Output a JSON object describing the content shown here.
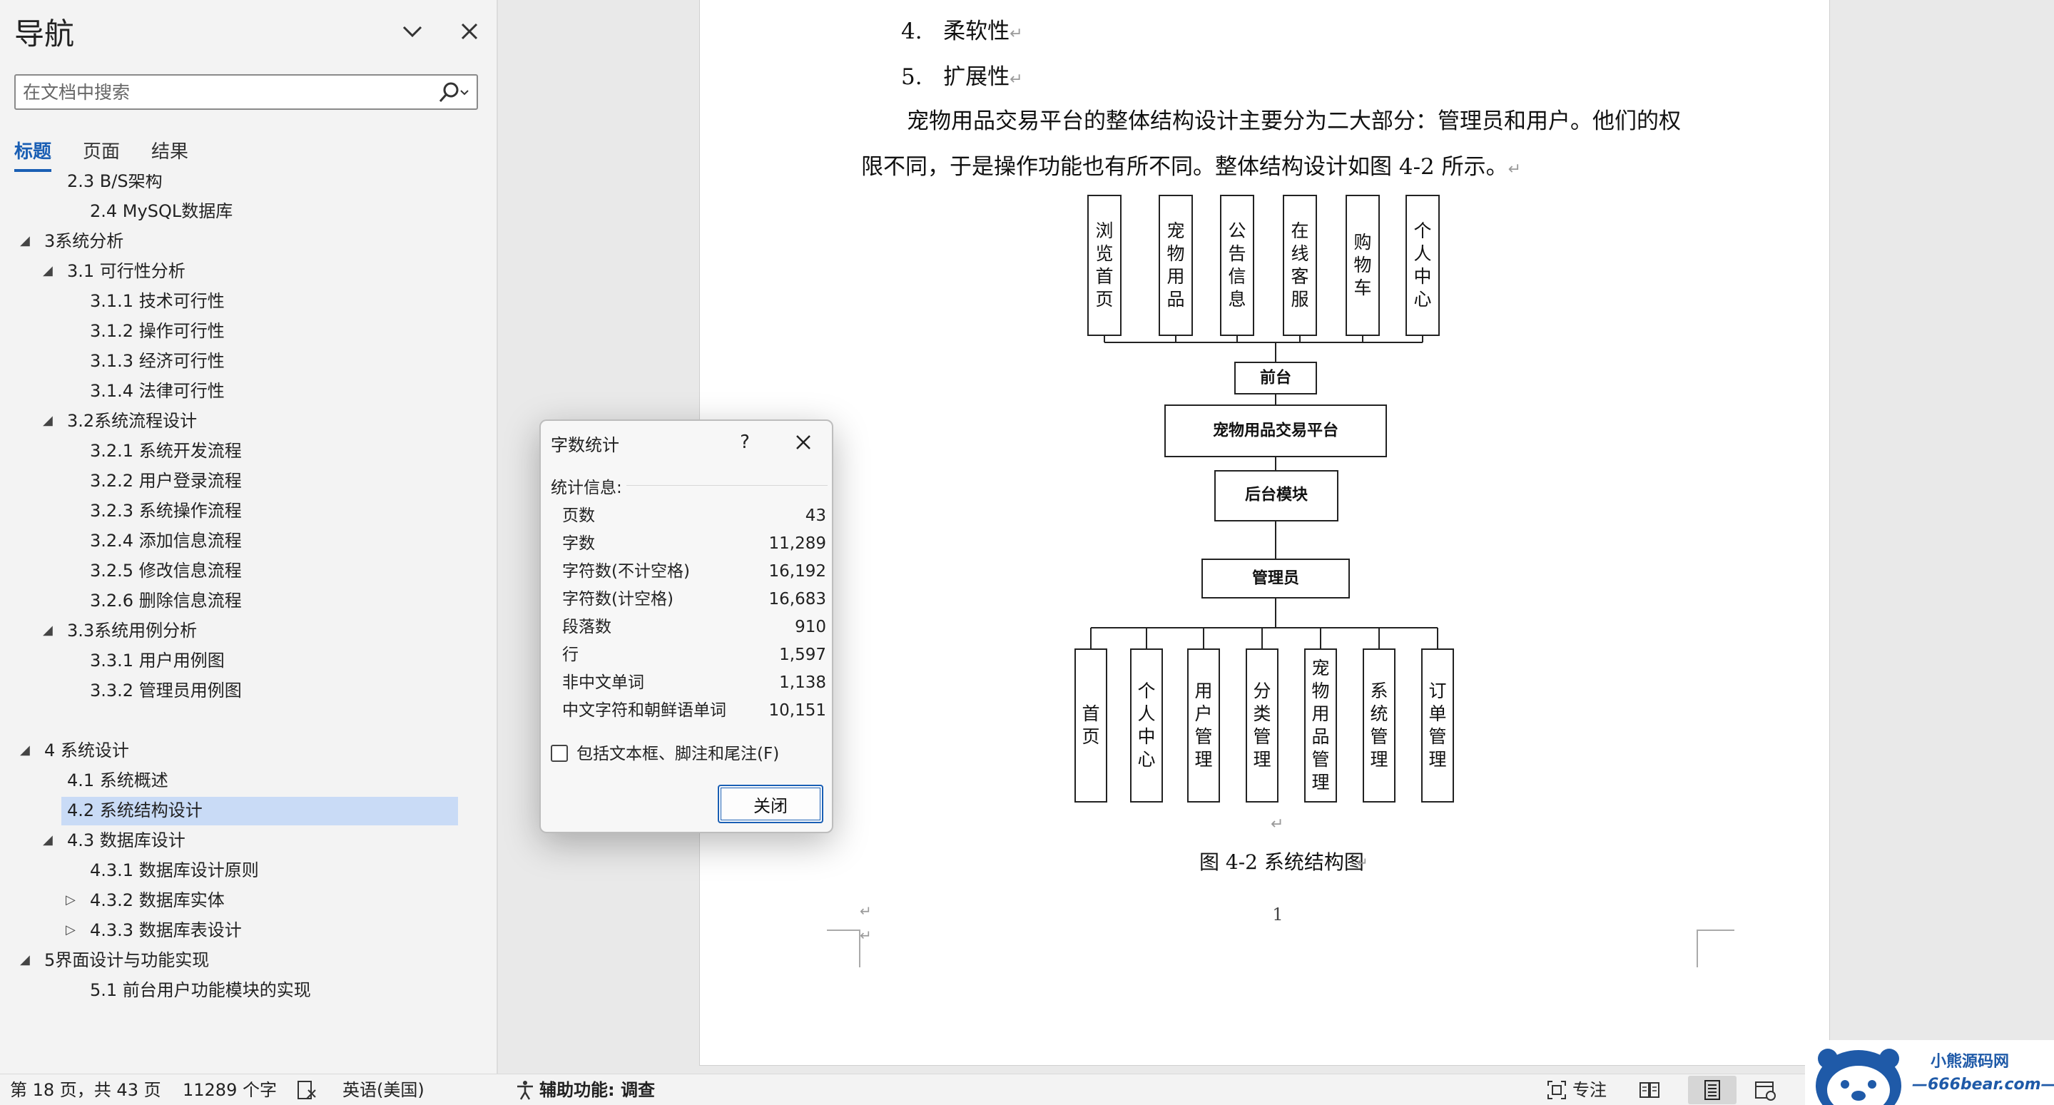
{
  "nav": {
    "title": "导航",
    "search_placeholder": "在文档中搜索",
    "tabs": [
      "标题",
      "页面",
      "结果"
    ],
    "items": [
      {
        "label": "2.3 B/S架构",
        "level": 2,
        "toggle": ""
      },
      {
        "label": "2.4 MySQL数据库",
        "level": 3,
        "toggle": ""
      },
      {
        "label": "3系统分析",
        "level": 1,
        "toggle": "◢"
      },
      {
        "label": "3.1 可行性分析",
        "level": 2,
        "toggle": "◢"
      },
      {
        "label": "3.1.1 技术可行性",
        "level": 3,
        "toggle": ""
      },
      {
        "label": "3.1.2 操作可行性",
        "level": 3,
        "toggle": ""
      },
      {
        "label": "3.1.3 经济可行性",
        "level": 3,
        "toggle": ""
      },
      {
        "label": "3.1.4 法律可行性",
        "level": 3,
        "toggle": ""
      },
      {
        "label": "3.2系统流程设计",
        "level": 2,
        "toggle": "◢"
      },
      {
        "label": "3.2.1 系统开发流程",
        "level": 3,
        "toggle": ""
      },
      {
        "label": "3.2.2 用户登录流程",
        "level": 3,
        "toggle": ""
      },
      {
        "label": "3.2.3 系统操作流程",
        "level": 3,
        "toggle": ""
      },
      {
        "label": "3.2.4 添加信息流程",
        "level": 3,
        "toggle": ""
      },
      {
        "label": "3.2.5 修改信息流程",
        "level": 3,
        "toggle": ""
      },
      {
        "label": "3.2.6 删除信息流程",
        "level": 3,
        "toggle": ""
      },
      {
        "label": "3.3系统用例分析",
        "level": 2,
        "toggle": "◢"
      },
      {
        "label": "3.3.1 用户用例图",
        "level": 3,
        "toggle": ""
      },
      {
        "label": "3.3.2 管理员用例图",
        "level": 3,
        "toggle": ""
      },
      {
        "label": "",
        "level": 3,
        "toggle": ""
      },
      {
        "label": "4 系统设计",
        "level": 1,
        "toggle": "◢"
      },
      {
        "label": "4.1 系统概述",
        "level": 2,
        "toggle": ""
      },
      {
        "label": "4.2 系统结构设计",
        "level": 2,
        "toggle": "",
        "selected": true
      },
      {
        "label": "4.3 数据库设计",
        "level": 2,
        "toggle": "◢"
      },
      {
        "label": "4.3.1 数据库设计原则",
        "level": 3,
        "toggle": ""
      },
      {
        "label": "4.3.2 数据库实体",
        "level": 3,
        "toggle": "▷"
      },
      {
        "label": "4.3.3 数据库表设计",
        "level": 3,
        "toggle": "▷"
      },
      {
        "label": "5界面设计与功能实现",
        "level": 1,
        "toggle": "◢"
      },
      {
        "label": "5.1 前台用户功能模块的实现",
        "level": 3,
        "toggle": ""
      }
    ]
  },
  "doc": {
    "list_items": [
      {
        "num": "4.",
        "text": "柔软性"
      },
      {
        "num": "5.",
        "text": "扩展性"
      }
    ],
    "paragraph_line1": "宠物用品交易平台的整体结构设计主要分为二大部分：管理员和用户。他们的权",
    "paragraph_line2": "限不同，于是操作功能也有所不同。整体结构设计如图 4-2 所示。",
    "para_mark": "↵",
    "figure_caption": "图 4-2  系统结构图",
    "page_number": "1",
    "diagram": {
      "top_modules": [
        "浏览首页",
        "宠物用品",
        "公告信息",
        "在线客服",
        "购物车",
        "个人中心"
      ],
      "frontend": "前台",
      "platform": "宠物用品交易平台",
      "backend": "后台模块",
      "admin": "管理员",
      "bottom_modules": [
        "首页",
        "个人中心",
        "用户管理",
        "分类管理",
        "宠物用品管理",
        "系统管理",
        "订单管理"
      ]
    }
  },
  "dialog": {
    "title": "字数统计",
    "help": "?",
    "section": "统计信息:",
    "stats": [
      {
        "label": "页数",
        "value": "43"
      },
      {
        "label": "字数",
        "value": "11,289"
      },
      {
        "label": "字符数(不计空格)",
        "value": "16,192"
      },
      {
        "label": "字符数(计空格)",
        "value": "16,683"
      },
      {
        "label": "段落数",
        "value": "910"
      },
      {
        "label": "行",
        "value": "1,597"
      },
      {
        "label": "非中文单词",
        "value": "1,138"
      },
      {
        "label": "中文字符和朝鲜语单词",
        "value": "10,151"
      }
    ],
    "checkbox_label": "包括文本框、脚注和尾注(F)",
    "checkbox_checked": false,
    "close_label": "关闭"
  },
  "status": {
    "page_info": "第 18 页，共 43 页",
    "word_count": "11289 个字",
    "language": "英语(美国)",
    "accessibility": "辅助功能: 调查",
    "focus": "专注"
  },
  "logo": {
    "line1": "小熊源码网",
    "line2": "—666bear.com—"
  },
  "colors": {
    "accent": "#1a5fb4",
    "selection": "#c9dbf6",
    "logo_blue": "#1f5aa8"
  }
}
